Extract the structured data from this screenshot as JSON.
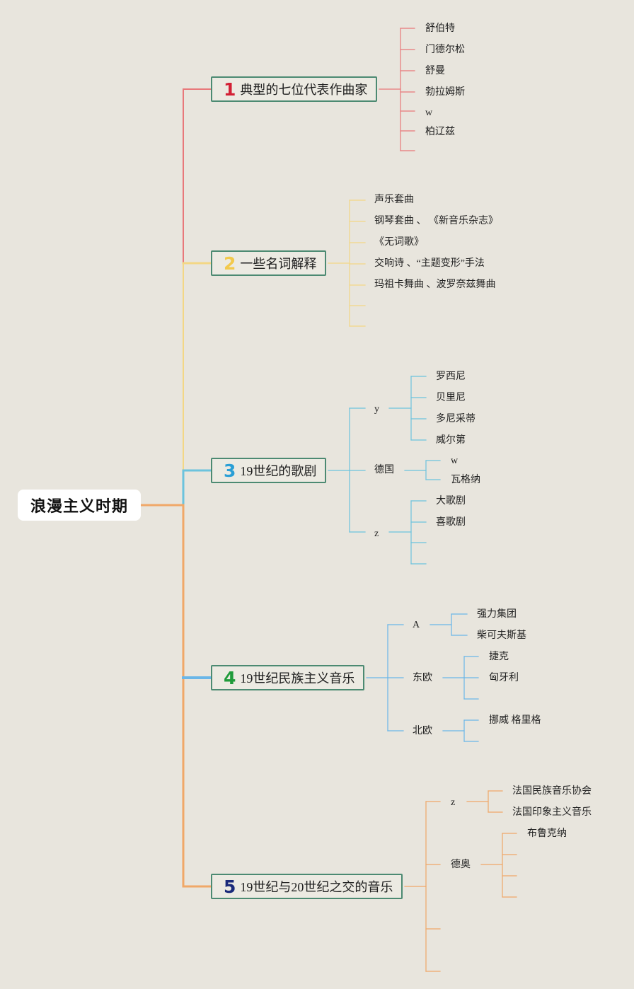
{
  "root": {
    "label": "浪漫主义时期"
  },
  "branches": [
    {
      "number": "1",
      "label": "典型的七位代表作曲家",
      "color": "#e8787a",
      "number_color": "#d32035",
      "leaves": [
        "舒伯特",
        "门德尔松",
        "舒曼",
        "勃拉姆斯",
        "w",
        "柏辽兹"
      ]
    },
    {
      "number": "2",
      "label": "一些名词解释",
      "color": "#f3d785",
      "number_color": "#f2c94c",
      "leaves": [
        "声乐套曲",
        "钢琴套曲 、 《新音乐杂志》",
        "《无词歌》",
        "交响诗 、“主题变形”手法",
        "玛祖卡舞曲 、波罗奈兹舞曲"
      ]
    },
    {
      "number": "3",
      "label": "19世纪的歌剧",
      "color": "#6cc3dd",
      "number_color": "#2a9fd6",
      "subs": [
        {
          "label": "y",
          "leaves": [
            "罗西尼",
            "贝里尼",
            "多尼采蒂",
            "威尔第"
          ]
        },
        {
          "label": "德国",
          "leaves": [
            "w",
            "瓦格纳"
          ]
        },
        {
          "label": "z",
          "leaves": [
            "大歌剧",
            "喜歌剧"
          ]
        }
      ]
    },
    {
      "number": "4",
      "label": "19世纪民族主义音乐",
      "color": "#6ab6e8",
      "number_color": "#1f9b3a",
      "subs": [
        {
          "label": "A",
          "leaves": [
            "强力集团",
            "柴可夫斯基"
          ]
        },
        {
          "label": "东欧",
          "leaves": [
            "捷克",
            "匈牙利"
          ]
        },
        {
          "label": "北欧",
          "leaves": [
            "挪威 格里格"
          ]
        }
      ]
    },
    {
      "number": "5",
      "label": "19世纪与20世纪之交的音乐",
      "color": "#f0a868",
      "number_color": "#1a2a7a",
      "subs": [
        {
          "label": "z",
          "leaves": [
            "法国民族音乐协会",
            "法国印象主义音乐"
          ]
        },
        {
          "label": "德奥",
          "leaves": [
            "布鲁克纳"
          ]
        }
      ]
    }
  ]
}
